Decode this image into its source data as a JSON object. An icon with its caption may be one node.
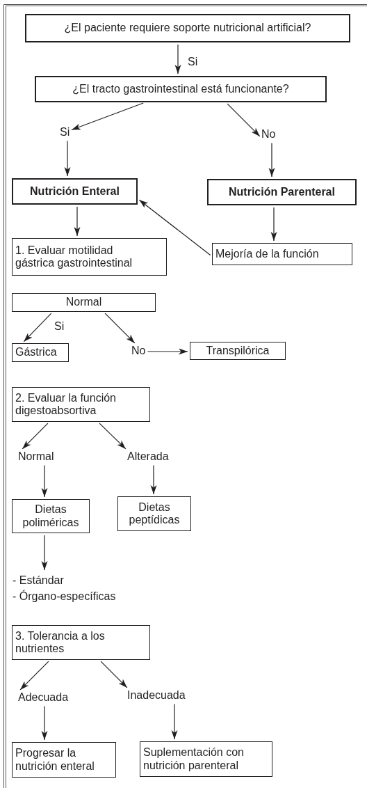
{
  "diagram": {
    "nodes": [
      {
        "text": [
          "¿El paciente requiere soporte nutricional artificial?"
        ]
      },
      {
        "text": [
          "¿El tracto gastrointestinal está funcionante?"
        ]
      },
      {
        "text": [
          "Si"
        ]
      },
      {
        "text": [
          "No"
        ]
      },
      {
        "text": [
          "Nutrición Enteral"
        ]
      },
      {
        "text": [
          "Nutrición Parenteral"
        ]
      },
      {
        "text": [
          "1. Evaluar motilidad gástrica gastrointestinal"
        ]
      },
      {
        "text": [
          "Mejoría de la función"
        ]
      },
      {
        "text": [
          "Normal"
        ]
      },
      {
        "text": [
          "Gástrica"
        ]
      },
      {
        "text": [
          "No"
        ]
      },
      {
        "text": [
          "Transpilórica"
        ]
      },
      {
        "text": [
          "2. Evaluar la función digestoabsortiva"
        ]
      },
      {
        "text": [
          "Normal"
        ]
      },
      {
        "text": [
          "Alterada"
        ]
      },
      {
        "text": [
          "Dietas poliméricas"
        ]
      },
      {
        "text": [
          "Dietas peptídicas"
        ]
      },
      {
        "text": [
          "- Estándar",
          "- Órgano-específicas"
        ]
      },
      {
        "text": [
          "3. Tolerancia a los nutrientes"
        ]
      },
      {
        "text": [
          "Adecuada"
        ]
      },
      {
        "text": [
          "Inadecuada"
        ]
      },
      {
        "text": [
          "Progresar la nutrición enteral"
        ]
      },
      {
        "text": [
          "Suplementación con nutrición parenteral"
        ]
      }
    ],
    "edges": [
      {
        "from": 0,
        "to": 1,
        "arrow": "to",
        "label": "Si"
      },
      {
        "from": 1,
        "to": 2,
        "arrow": "to"
      },
      {
        "from": 1,
        "to": 3,
        "arrow": "to"
      },
      {
        "from": 2,
        "to": 4,
        "arrow": "to"
      },
      {
        "from": 3,
        "to": 5,
        "arrow": "to"
      },
      {
        "from": 4,
        "to": 6,
        "arrow": "to"
      },
      {
        "from": 5,
        "to": 7,
        "arrow": "to"
      },
      {
        "from": 7,
        "to": 4,
        "arrow": "to"
      },
      {
        "from": 8,
        "to": 9,
        "arrow": "to",
        "label": "Si"
      },
      {
        "from": 8,
        "to": 10,
        "arrow": "to"
      },
      {
        "from": 10,
        "to": 11,
        "arrow": "to"
      },
      {
        "from": 12,
        "to": 13,
        "arrow": "to"
      },
      {
        "from": 12,
        "to": 14,
        "arrow": "to"
      },
      {
        "from": 13,
        "to": 15,
        "arrow": "to"
      },
      {
        "from": 14,
        "to": 16,
        "arrow": "to"
      },
      {
        "from": 15,
        "to": 17,
        "arrow": "to"
      },
      {
        "from": 18,
        "to": 19,
        "arrow": "to"
      },
      {
        "from": 18,
        "to": 20,
        "arrow": "to"
      },
      {
        "from": 19,
        "to": 21,
        "arrow": "to"
      },
      {
        "from": 20,
        "to": 22,
        "arrow": "to"
      }
    ]
  }
}
